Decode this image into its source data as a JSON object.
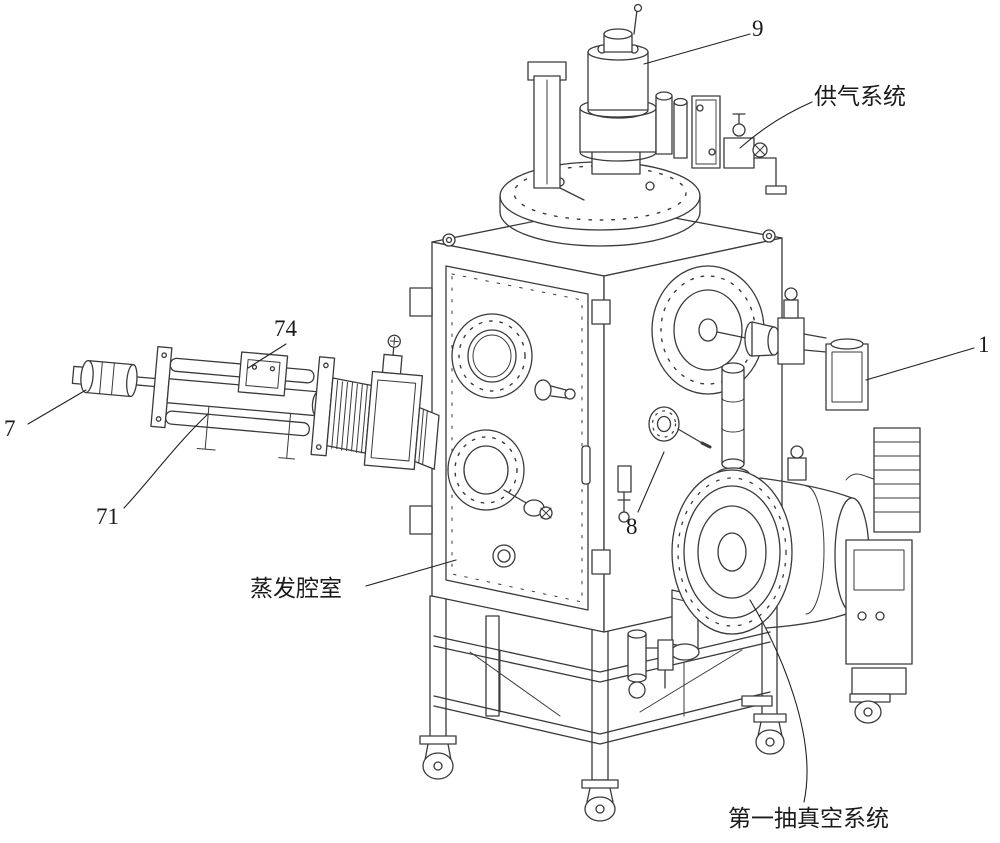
{
  "figure_type": "patent-line-drawing",
  "colors": {
    "line": "#3a3a3a",
    "leader": "#222222",
    "background": "#ffffff",
    "text": "#1a1a1a"
  },
  "labels": {
    "l9": "9",
    "gas_supply": "供气系统",
    "l1": "1",
    "l74": "74",
    "l7": "7",
    "l71": "71",
    "l8": "8",
    "evaporation_chamber": "蒸发腔室",
    "first_vacuum_system": "第一抽真空系统"
  }
}
